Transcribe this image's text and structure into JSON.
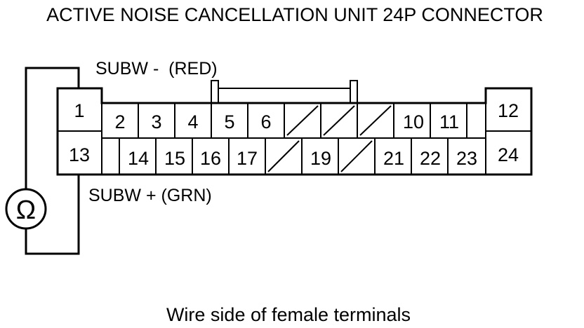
{
  "title": "ACTIVE NOISE CANCELLATION UNIT 24P CONNECTOR",
  "caption": "Wire side of female terminals",
  "wire_top": "SUBW -  (RED)",
  "wire_bottom": "SUBW + (GRN)",
  "meter_symbol": "Ω",
  "terminals": {
    "t1": "1",
    "t2": "2",
    "t3": "3",
    "t4": "4",
    "t5": "5",
    "t6": "6",
    "t10": "10",
    "t11": "11",
    "t12": "12",
    "t13": "13",
    "t14": "14",
    "t15": "15",
    "t16": "16",
    "t17": "17",
    "t19": "19",
    "t21": "21",
    "t22": "22",
    "t23": "23",
    "t24": "24"
  }
}
